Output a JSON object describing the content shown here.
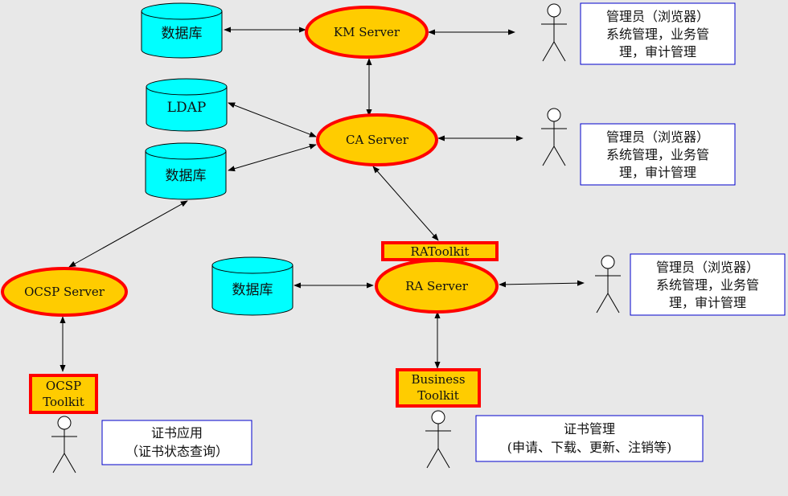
{
  "databases": [
    {
      "id": "db1",
      "label": "数据库"
    },
    {
      "id": "ldap",
      "label": "LDAP"
    },
    {
      "id": "db2",
      "label": "数据库"
    },
    {
      "id": "db3",
      "label": "数据库"
    }
  ],
  "servers": [
    {
      "id": "km",
      "label": "KM Server"
    },
    {
      "id": "ca",
      "label": "CA Server"
    },
    {
      "id": "ra",
      "label": "RA Server"
    },
    {
      "id": "ocsp",
      "label": "OCSP Server"
    }
  ],
  "toolkits": [
    {
      "id": "ratoolkit",
      "lines": [
        "RAToolkit"
      ]
    },
    {
      "id": "business",
      "lines": [
        "Business",
        "Toolkit"
      ]
    },
    {
      "id": "ocsptk",
      "lines": [
        "OCSP",
        "Toolkit"
      ]
    }
  ],
  "notes": [
    {
      "id": "admin1",
      "lines": [
        "管理员（浏览器）",
        "系统管理，业务管",
        "理，审计管理"
      ]
    },
    {
      "id": "admin2",
      "lines": [
        "管理员（浏览器）",
        "系统管理，业务管",
        "理，审计管理"
      ]
    },
    {
      "id": "admin3",
      "lines": [
        "管理员（浏览器）",
        "系统管理，业务管",
        "理，审计管理"
      ]
    },
    {
      "id": "cert_app",
      "lines": [
        "证书应用",
        "（证书状态查询）"
      ]
    },
    {
      "id": "cert_mgmt",
      "lines": [
        "证书管理",
        "(申请、下载、更新、注销等)"
      ]
    }
  ],
  "colors": {
    "background": "#e8e8e8",
    "database_fill": "#00ffff",
    "server_fill": "#ffcc00",
    "server_border": "#ff0000",
    "note_border": "#0000cc"
  }
}
